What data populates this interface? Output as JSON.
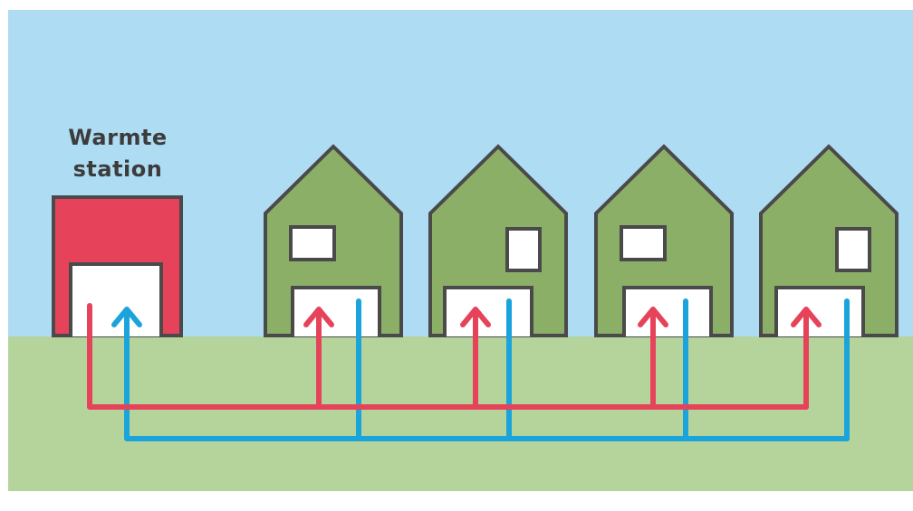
{
  "station": {
    "label_line1": "Warmte",
    "label_line2": "station"
  },
  "colors": {
    "sky": "#aedcf3",
    "ground": "#b5d49b",
    "station_fill": "#e6435a",
    "house_fill": "#8caf68",
    "outline": "#4a4a4a",
    "door": "#ffffff",
    "supply_pipe": "#e6435a",
    "return_pipe": "#1ba3dc"
  },
  "houses": [
    {
      "window_shape": "wide"
    },
    {
      "window_shape": "tall"
    },
    {
      "window_shape": "wide"
    },
    {
      "window_shape": "tall"
    }
  ]
}
